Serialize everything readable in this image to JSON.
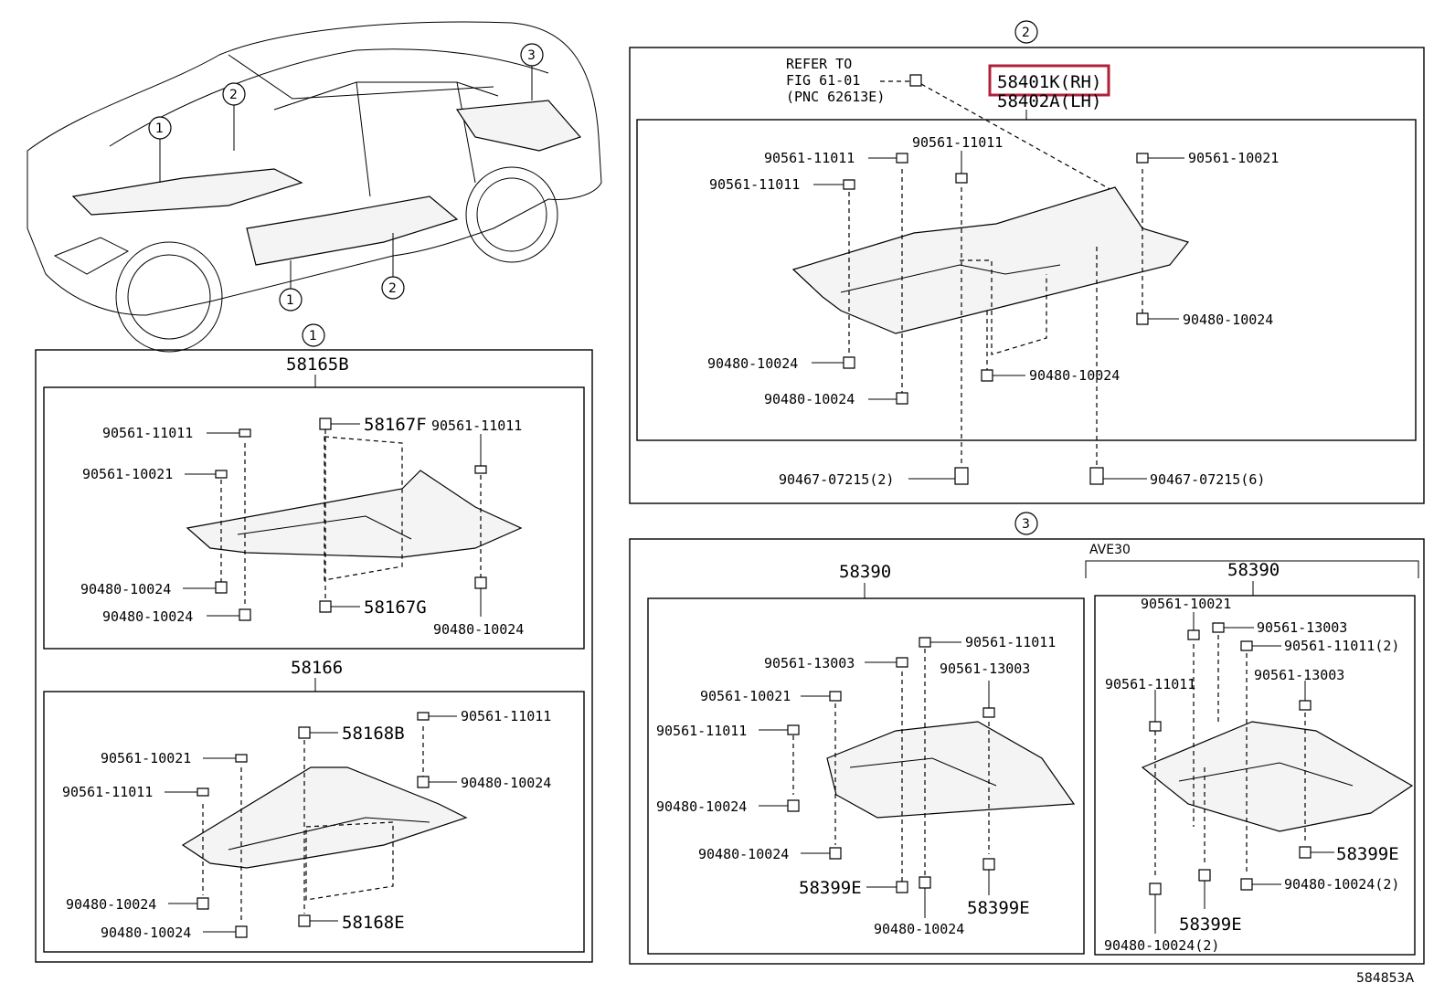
{
  "callouts": {
    "one": "1",
    "two": "2",
    "three": "3"
  },
  "figure_number": "584853A",
  "section1": {
    "title": "1",
    "upper": {
      "part": "58165B",
      "f1": "90561-11011",
      "f2": "90561-10021",
      "f3": "58167F",
      "f4": "90561-11011",
      "f5": "90480-10024",
      "f6": "90480-10024",
      "f7": "58167G",
      "f8": "90480-10024"
    },
    "lower": {
      "part": "58166",
      "f1": "58168B",
      "f2": "90561-11011",
      "f3": "90561-10021",
      "f4": "90561-11011",
      "f5": "90480-10024",
      "f6": "90480-10024",
      "f7": "90480-10024",
      "f8": "58168E"
    }
  },
  "section2": {
    "title": "2",
    "refer_line1": "REFER TO",
    "refer_line2": "FIG 61-01",
    "refer_line3": "(PNC 62613E)",
    "part_rh": "58401K(RH)",
    "part_lh": "58402A(LH)",
    "f1": "90561-11011",
    "f2": "90561-11011",
    "f3": "90561-10021",
    "f4": "90561-11011",
    "f5": "90480-10024",
    "f6": "90480-10024",
    "f7": "90480-10024",
    "f8": "90480-10024",
    "f9": "90467-07215(2)",
    "f10": "90467-07215(6)"
  },
  "section3": {
    "title": "3",
    "variant_label": "AVE30",
    "left": {
      "part": "58390",
      "f1": "90561-11011",
      "f2": "90561-13003",
      "f3": "90561-13003",
      "f4": "90561-10021",
      "f5": "90561-11011",
      "f6": "90480-10024",
      "f7": "90480-10024",
      "f8": "58399E",
      "f9": "58399E",
      "f10": "90480-10024"
    },
    "right": {
      "part": "58390",
      "f1": "90561-10021",
      "f2": "90561-13003",
      "f3": "90561-11011(2)",
      "f4": "90561-11011",
      "f5": "90561-13003",
      "f6": "58399E",
      "f7": "90480-10024(2)",
      "f8": "58399E",
      "f9": "90480-10024(2)"
    }
  },
  "colors": {
    "highlight": "#b0203a"
  }
}
